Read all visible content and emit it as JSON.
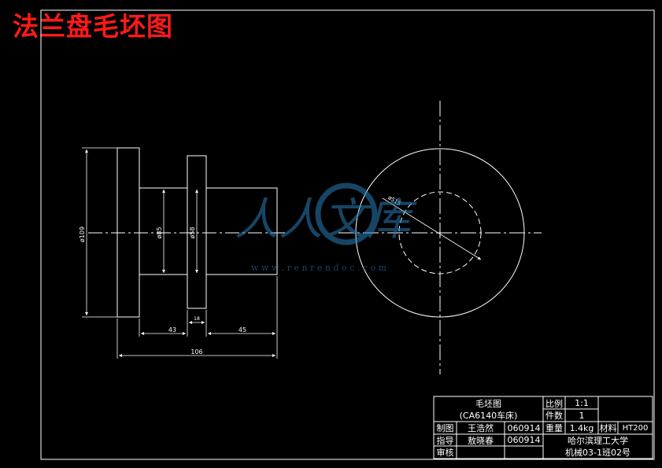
{
  "overlay_title": "法兰盘毛坯图",
  "watermark": {
    "text": "人人文库",
    "url": "w w w . r e n r e n d o c . c o m",
    "color": "#2a7fb8"
  },
  "dimensions": {
    "d109": "ø109",
    "d85": "ø85",
    "d58": "ø58",
    "l43": "43",
    "l18": "18",
    "l45": "45",
    "l106": "106",
    "r515": "ø515"
  },
  "title_block": {
    "name": "毛坯图",
    "subtitle": "(CA6140车床)",
    "scale_label": "比例",
    "scale_value": "1:1",
    "qty_label": "件数",
    "qty_value": "1",
    "drawn_label": "制图",
    "drawn_name": "王浩然",
    "drawn_date": "060914",
    "weight_label": "重量",
    "weight_value": "1.4kg",
    "material_label": "材料",
    "material_value": "HT200",
    "guide_label": "指导",
    "guide_name": "敖晓春",
    "guide_date": "060914",
    "review_label": "审核",
    "school": "哈尔滨理工大学",
    "class_info": "机械03-1班02号"
  },
  "colors": {
    "line": "#ffffff",
    "background": "#000000",
    "overlay": "#ff1a1a"
  }
}
